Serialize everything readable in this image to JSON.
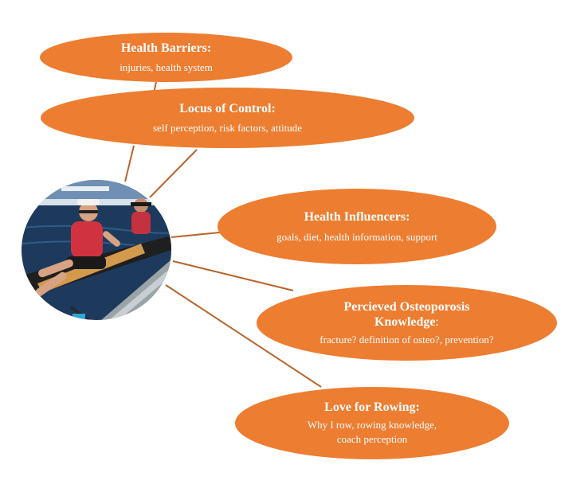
{
  "colors": {
    "ellipse_fill": "#ED7D31",
    "connector": "#B9642E",
    "text": "#FFFFFF"
  },
  "center_image": {
    "label": "photo-two-rowers-in-boat"
  },
  "nodes": {
    "health_barriers": {
      "title": "Health Barriers:",
      "subtitle": "injuries, health system"
    },
    "locus_of_control": {
      "title": "Locus of Control:",
      "subtitle": "self perception, risk factors, attitude"
    },
    "health_influencers": {
      "title": "Health Influencers:",
      "subtitle": "goals, diet, health information, support"
    },
    "osteoporosis": {
      "title_line1": "Percieved Osteoporosis",
      "title_line2": "Knowledge",
      "title_suffix": ":",
      "subtitle": "fracture? definition of osteo?, prevention?"
    },
    "love_for_rowing": {
      "title": "Love for Rowing:",
      "subtitle_line1": "Why I row, rowing knowledge,",
      "subtitle_line2": "coach perception"
    }
  }
}
